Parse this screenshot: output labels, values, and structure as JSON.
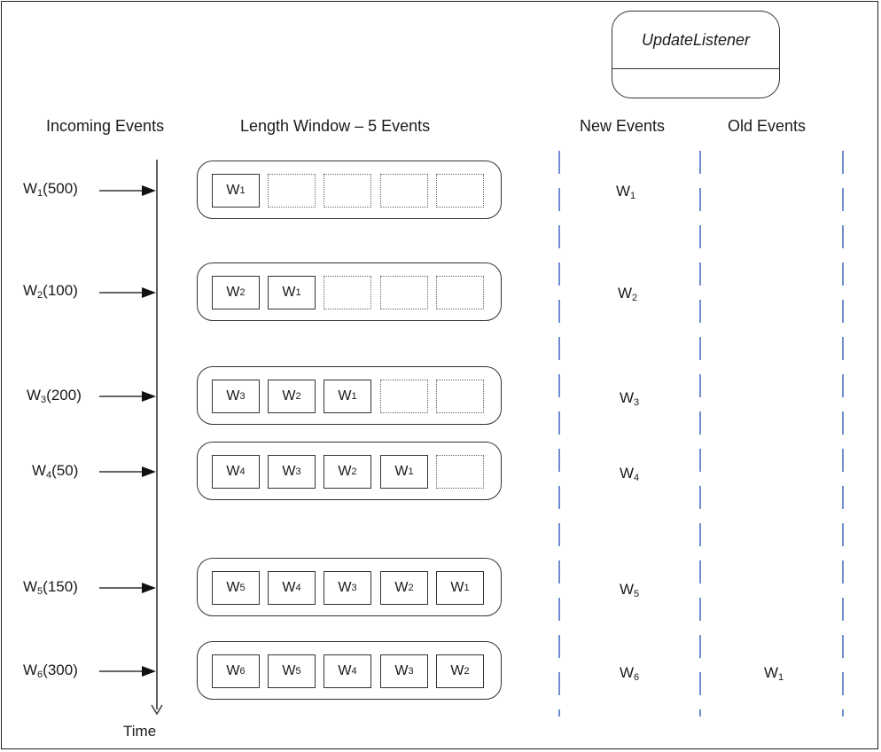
{
  "headers": {
    "incoming": "Incoming Events",
    "window": "Length Window – 5 Events",
    "new": "New Events",
    "old": "Old Events"
  },
  "listener": {
    "name": "UpdateListener"
  },
  "time_label": "Time",
  "events": [
    {
      "base": "W",
      "sub": "1",
      "value": "(500)"
    },
    {
      "base": "W",
      "sub": "2",
      "value": "(100)"
    },
    {
      "base": "W",
      "sub": "3",
      "value": "(200)"
    },
    {
      "base": "W",
      "sub": "4",
      "value": "(50)"
    },
    {
      "base": "W",
      "sub": "5",
      "value": "(150)"
    },
    {
      "base": "W",
      "sub": "6",
      "value": "(300)"
    }
  ],
  "window_states": [
    [
      "1",
      null,
      null,
      null,
      null
    ],
    [
      "2",
      "1",
      null,
      null,
      null
    ],
    [
      "3",
      "2",
      "1",
      null,
      null
    ],
    [
      "4",
      "3",
      "2",
      "1",
      null
    ],
    [
      "5",
      "4",
      "3",
      "2",
      "1"
    ],
    [
      "6",
      "5",
      "4",
      "3",
      "2"
    ]
  ],
  "new_events": [
    "1",
    "2",
    "3",
    "4",
    "5",
    "6"
  ],
  "old_events": [
    null,
    null,
    null,
    null,
    null,
    "1"
  ],
  "colors": {
    "dash": "#4a72c4",
    "stroke": "#333333"
  }
}
